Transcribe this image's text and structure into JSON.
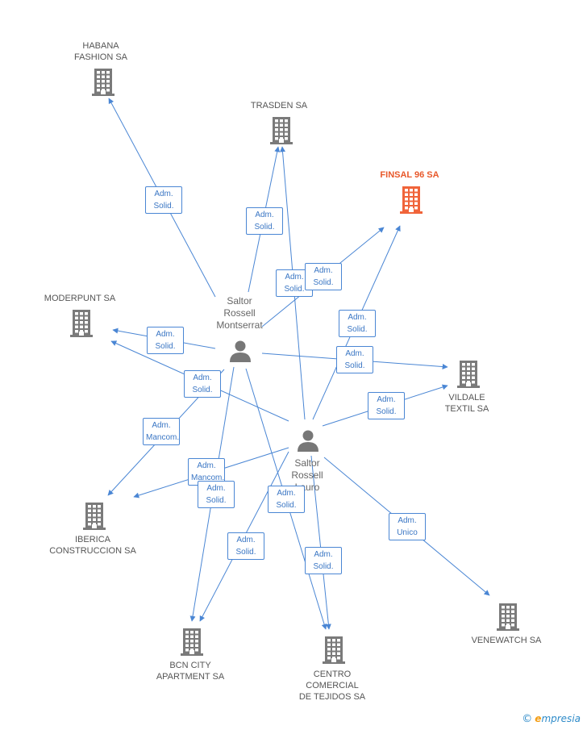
{
  "colors": {
    "edge": "#4a86d4",
    "building": "#7a7a7a",
    "building_highlight": "#f0643a",
    "person": "#777777"
  },
  "companies": {
    "habana": {
      "name": "HABANA\nFASHION SA",
      "icon": "building-icon"
    },
    "trasden": {
      "name": "TRASDEN SA",
      "icon": "building-icon"
    },
    "finsal": {
      "name": "FINSAL 96 SA",
      "icon": "building-icon",
      "highlight": true
    },
    "moderpunt": {
      "name": "MODERPUNT SA",
      "icon": "building-icon"
    },
    "vildale": {
      "name": "VILDALE\nTEXTIL SA",
      "icon": "building-icon"
    },
    "iberica": {
      "name": "IBERICA\nCONSTRUCCION SA",
      "icon": "building-icon"
    },
    "bcn": {
      "name": "BCN CITY\nAPARTMENT SA",
      "icon": "building-icon"
    },
    "centro": {
      "name": "CENTRO\nCOMERCIAL\nDE TEJIDOS SA",
      "icon": "building-icon"
    },
    "venewatch": {
      "name": "VENEWATCH SA",
      "icon": "building-icon"
    }
  },
  "persons": {
    "montserrat": {
      "name": "Saltor\nRossell\nMontserrat",
      "icon": "person-icon"
    },
    "lauro": {
      "name": "Saltor\nRossell\nLauro",
      "icon": "person-icon"
    }
  },
  "edges": [
    {
      "from": "montserrat",
      "to": "habana",
      "label": "Adm.\nSolid."
    },
    {
      "from": "montserrat",
      "to": "trasden",
      "label": "Adm.\nSolid."
    },
    {
      "from": "lauro",
      "to": "trasden",
      "label": "Adm.\nSolid."
    },
    {
      "from": "montserrat",
      "to": "finsal",
      "label": "Adm.\nSolid."
    },
    {
      "from": "lauro",
      "to": "finsal",
      "label": "Adm.\nSolid."
    },
    {
      "from": "montserrat",
      "to": "moderpunt",
      "label": "Adm.\nSolid."
    },
    {
      "from": "lauro",
      "to": "moderpunt",
      "label": "Adm.\nSolid."
    },
    {
      "from": "montserrat",
      "to": "vildale",
      "label": "Adm.\nSolid."
    },
    {
      "from": "lauro",
      "to": "vildale",
      "label": "Adm.\nSolid."
    },
    {
      "from": "montserrat",
      "to": "iberica",
      "label": "Adm.\nMancom."
    },
    {
      "from": "lauro",
      "to": "iberica",
      "label": "Adm.\nMancom."
    },
    {
      "from": "montserrat",
      "to": "bcn",
      "label": "Adm.\nSolid."
    },
    {
      "from": "lauro",
      "to": "bcn",
      "label": "Adm.\nSolid."
    },
    {
      "from": "montserrat",
      "to": "centro",
      "label": "Adm.\nSolid."
    },
    {
      "from": "lauro",
      "to": "centro",
      "label": "Adm.\nSolid."
    },
    {
      "from": "lauro",
      "to": "venewatch",
      "label": "Adm.\nUnico"
    }
  ],
  "brand": {
    "copyright": "©",
    "first_letter": "e",
    "rest": "mpresia"
  }
}
